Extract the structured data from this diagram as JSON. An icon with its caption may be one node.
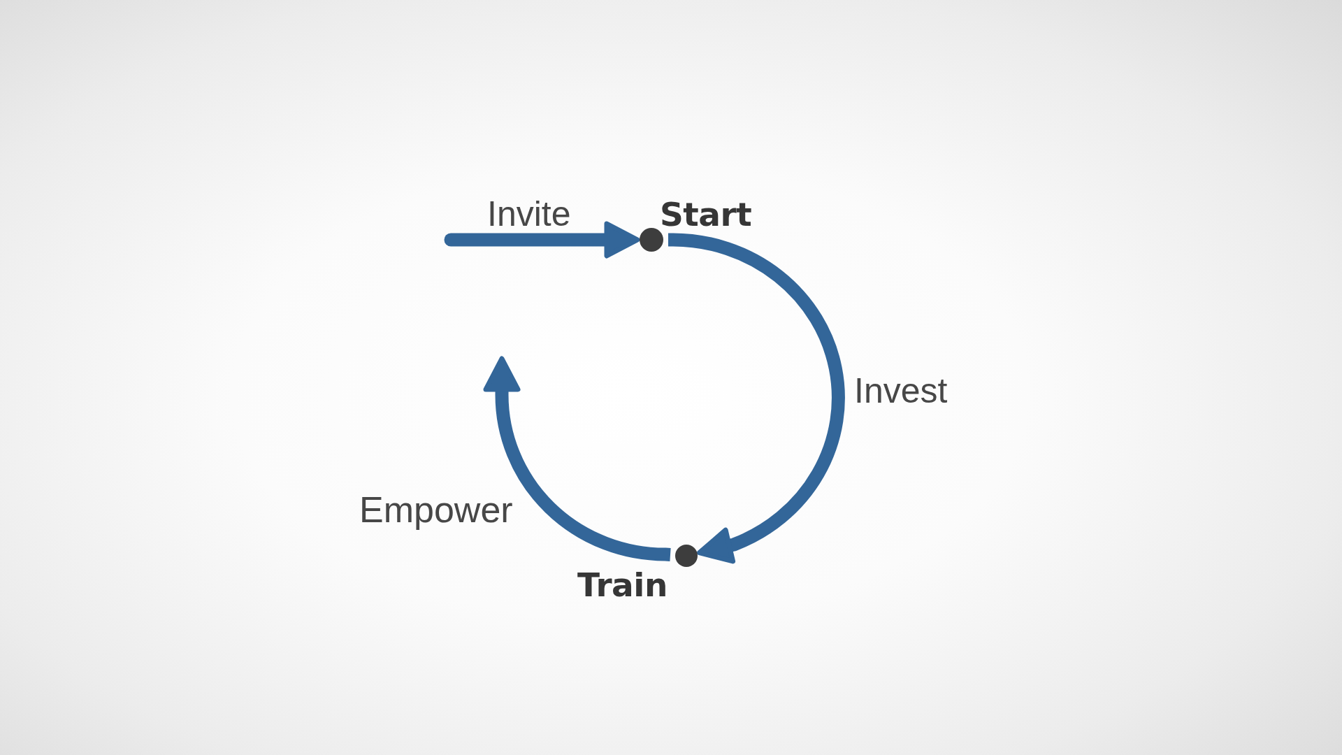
{
  "diagram": {
    "nodes": [
      {
        "text": [],
        "shape": "circle",
        "beside": [
          "Start"
        ]
      },
      {
        "text": [],
        "shape": "circle",
        "beside": [
          "Train"
        ]
      }
    ],
    "edges": [
      {
        "from": null,
        "to": 0,
        "arrow": "to",
        "label": "Invite"
      },
      {
        "from": 0,
        "to": 1,
        "arrow": "to",
        "label": "Invest"
      },
      {
        "from": 1,
        "to": null,
        "arrow": "to",
        "label": "Empower"
      }
    ]
  }
}
